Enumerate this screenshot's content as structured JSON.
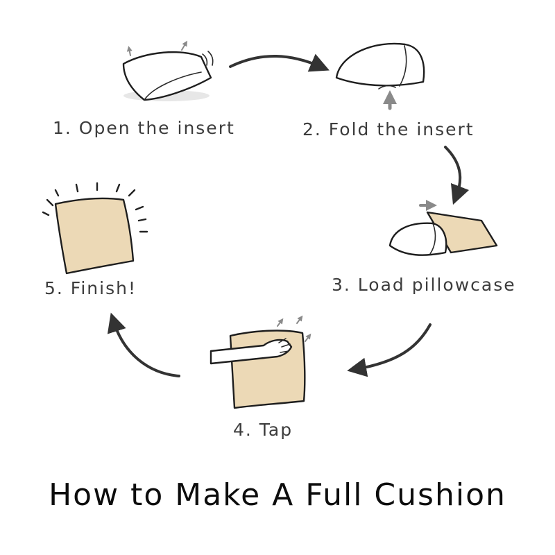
{
  "title": "How to Make A Full Cushion",
  "steps": [
    {
      "label": "1. Open the insert",
      "icon": "pillow-insert-icon"
    },
    {
      "label": "2. Fold the insert",
      "icon": "folded-insert-icon"
    },
    {
      "label": "3. Load pillowcase",
      "icon": "load-pillowcase-icon"
    },
    {
      "label": "4. Tap",
      "icon": "tap-cushion-icon"
    },
    {
      "label": "5. Finish!",
      "icon": "finished-cushion-icon"
    }
  ],
  "colors": {
    "pillowcase": "#ecd9b6",
    "ink": "#1e1e1e",
    "flow_arrow": "#333333",
    "hint_arrow": "#8a8a8a"
  }
}
